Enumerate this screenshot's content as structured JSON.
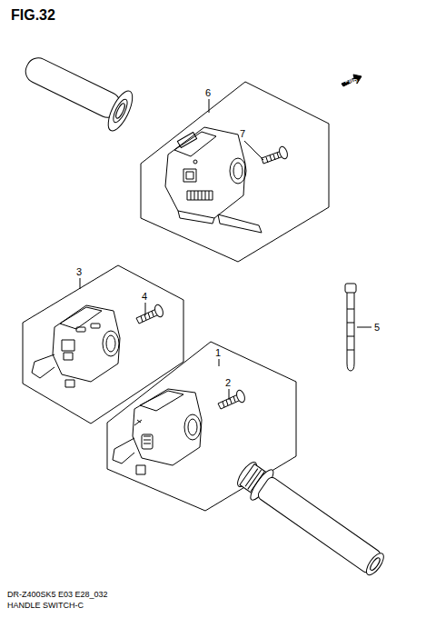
{
  "diagram": {
    "title": "FIG.32",
    "labels": [
      "FWD",
      "6",
      "7",
      "3",
      "4",
      "5",
      "1",
      "2",
      "DR-Z400SK5 E03 E28_032",
      "HANDLE SWITCH-C"
    ]
  }
}
